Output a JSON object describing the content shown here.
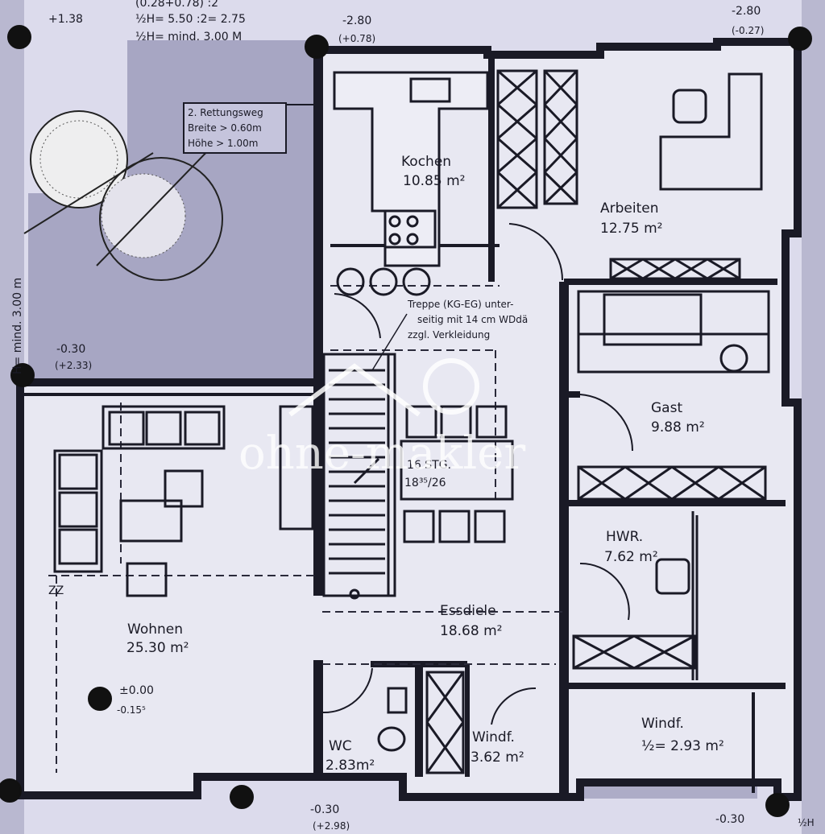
{
  "header_notes": {
    "line1": "(0.28+0.78) :2",
    "line2": "½H= 5.50 :2= 2.75",
    "line3": "½H= mind. 3.00 M"
  },
  "levels": {
    "top_left": "+1.38",
    "top_mid": "-2.80",
    "top_mid_sub": "(+0.78)",
    "top_right": "-2.80",
    "top_right_sub": "(-0.27)",
    "left_mid": "-0.30",
    "left_mid_sub": "(+2.33)",
    "bottom_mid": "-0.30",
    "bottom_mid_sub": "(+2.98)",
    "bottom_right": "-0.30",
    "bottom_right_tag": "½H",
    "floor_level": "±0.00",
    "floor_level_sub": "-0.15⁵"
  },
  "side_dimension": "H= mind. 3.00 m",
  "escape_route": {
    "line1": "2. Rettungsweg",
    "line2": "Breite > 0.60m",
    "line3": "Höhe  > 1.00m"
  },
  "stair_note": {
    "line1": "Treppe (KG-EG) unter-",
    "line2": "seitig mit 14 cm WDdä",
    "line3": "zzgl. Verkleidung"
  },
  "stair": {
    "steps": "16 STG.",
    "ratio": "18³⁵/26"
  },
  "zz_label": "ZZ",
  "rooms": {
    "kochen": {
      "name": "Kochen",
      "area": "10.85 m²"
    },
    "arbeiten": {
      "name": "Arbeiten",
      "area": "12.75 m²"
    },
    "gast": {
      "name": "Gast",
      "area": "9.88 m²"
    },
    "hwr": {
      "name": "HWR.",
      "area": "7.62 m²"
    },
    "wohnen": {
      "name": "Wohnen",
      "area": "25.30 m²"
    },
    "essdiele": {
      "name": "Essdiele",
      "area": "18.68 m²"
    },
    "wc": {
      "name": "WC",
      "area": "2.83m²"
    },
    "windf_small": {
      "name": "Windf.",
      "area": "3.62 m²"
    },
    "windf_large": {
      "name": "Windf.",
      "area": "½= 2.93 m²"
    }
  },
  "watermark": "ohne-makler"
}
